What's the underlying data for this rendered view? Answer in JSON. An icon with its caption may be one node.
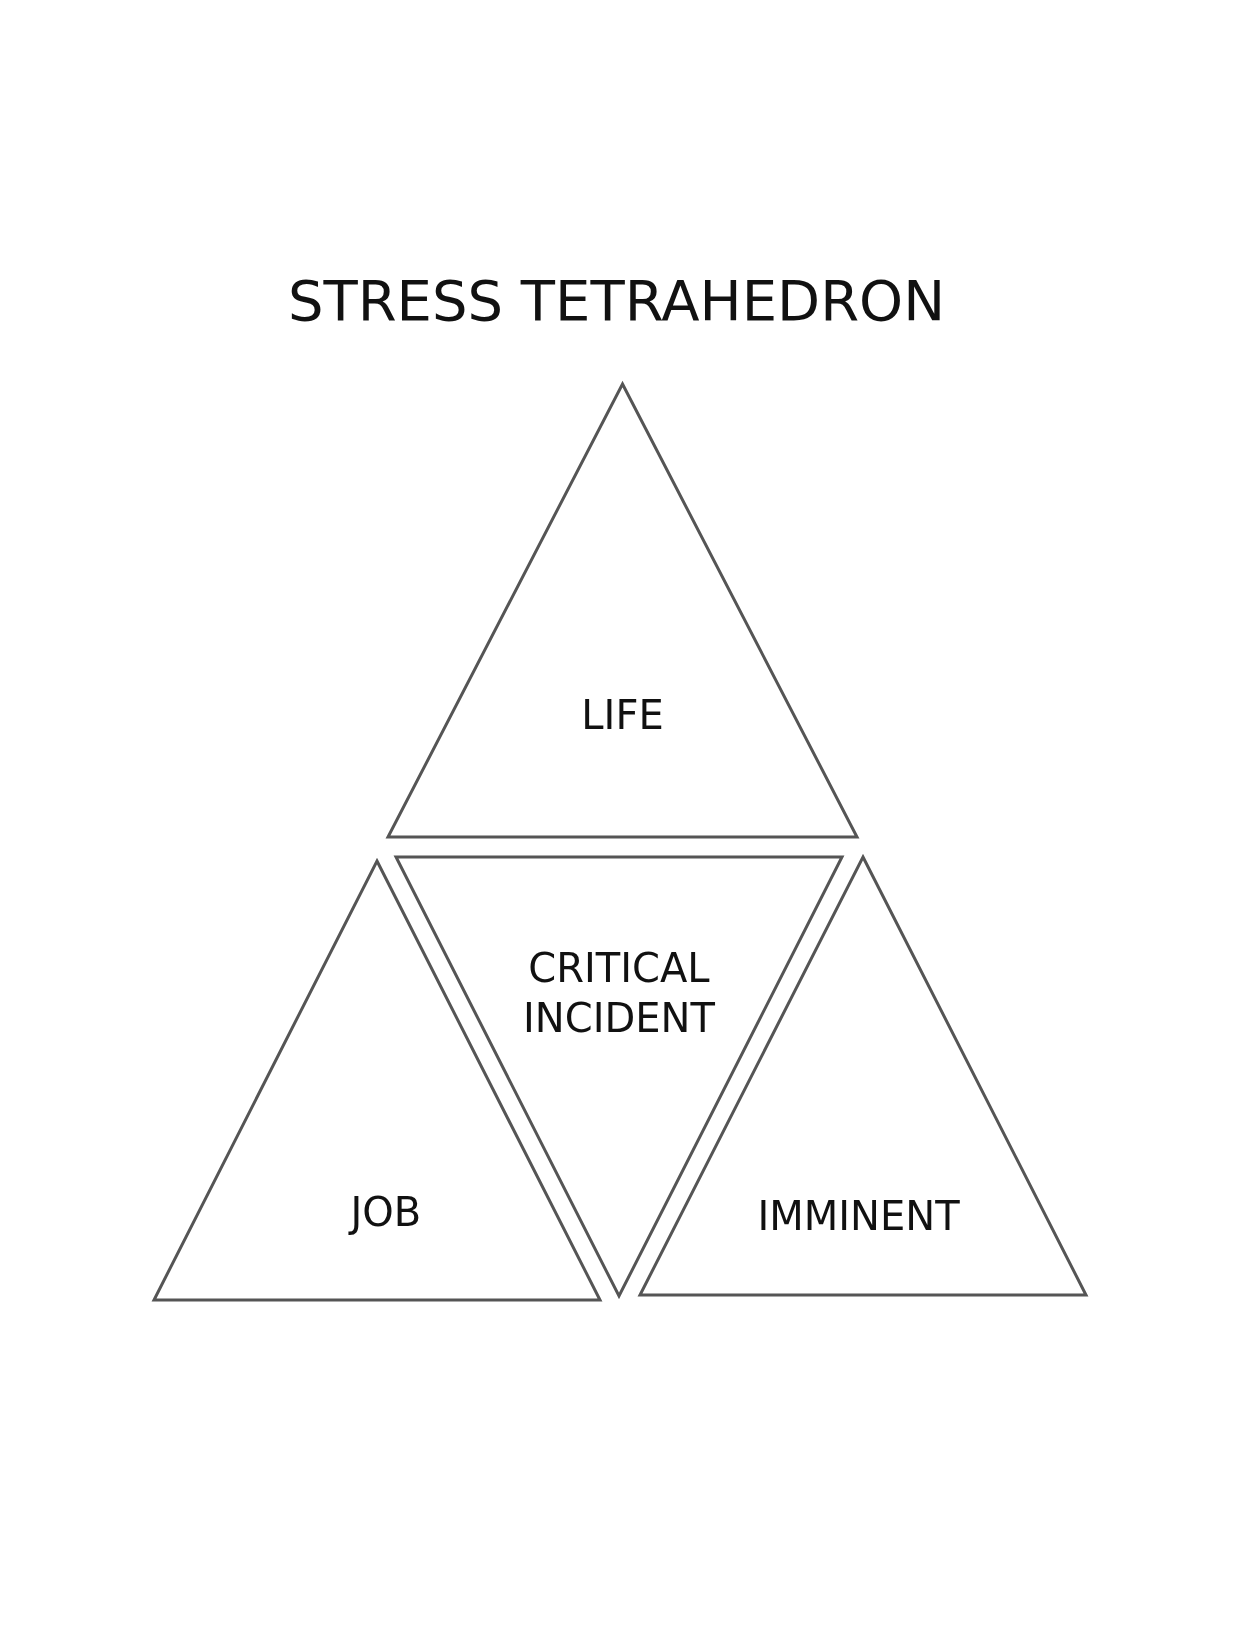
{
  "diagram": {
    "title": "STRESS TETRAHEDRON",
    "nodes": [
      {
        "text": [
          "LIFE"
        ]
      },
      {
        "text": [
          "CRITICAL INCIDENT"
        ]
      },
      {
        "text": [
          "JOB"
        ]
      },
      {
        "text": [
          "IMMINENT"
        ]
      }
    ],
    "edges": []
  }
}
